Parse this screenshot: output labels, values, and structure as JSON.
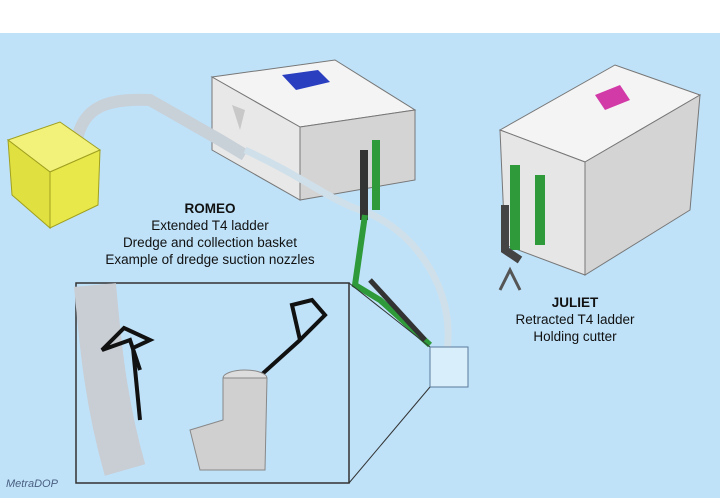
{
  "romeo": {
    "title": "ROMEO",
    "lines": [
      "Extended T4 ladder",
      "Dredge and collection basket",
      "Example of dredge suction nozzles"
    ]
  },
  "juliet": {
    "title": "JULIET",
    "lines": [
      "Retracted T4 ladder",
      "Holding cutter"
    ]
  },
  "logo": "MetraDOP",
  "colors": {
    "background": "#bfe2f9",
    "basket": "#e8e84a",
    "ladder": "#2e9a3a",
    "arrow_romeo": "#2a3fc0",
    "arrow_juliet": "#d23aa8"
  }
}
